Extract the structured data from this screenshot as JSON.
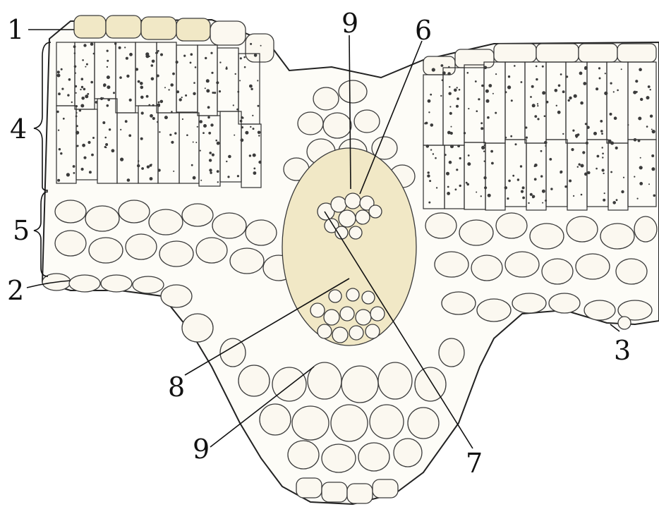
{
  "labels": {
    "l1": "1",
    "l2": "2",
    "l3": "3",
    "l4": "4",
    "l5": "5",
    "l6": "6",
    "l7": "7",
    "l8": "8",
    "l9a": "9",
    "l9b": "9"
  }
}
